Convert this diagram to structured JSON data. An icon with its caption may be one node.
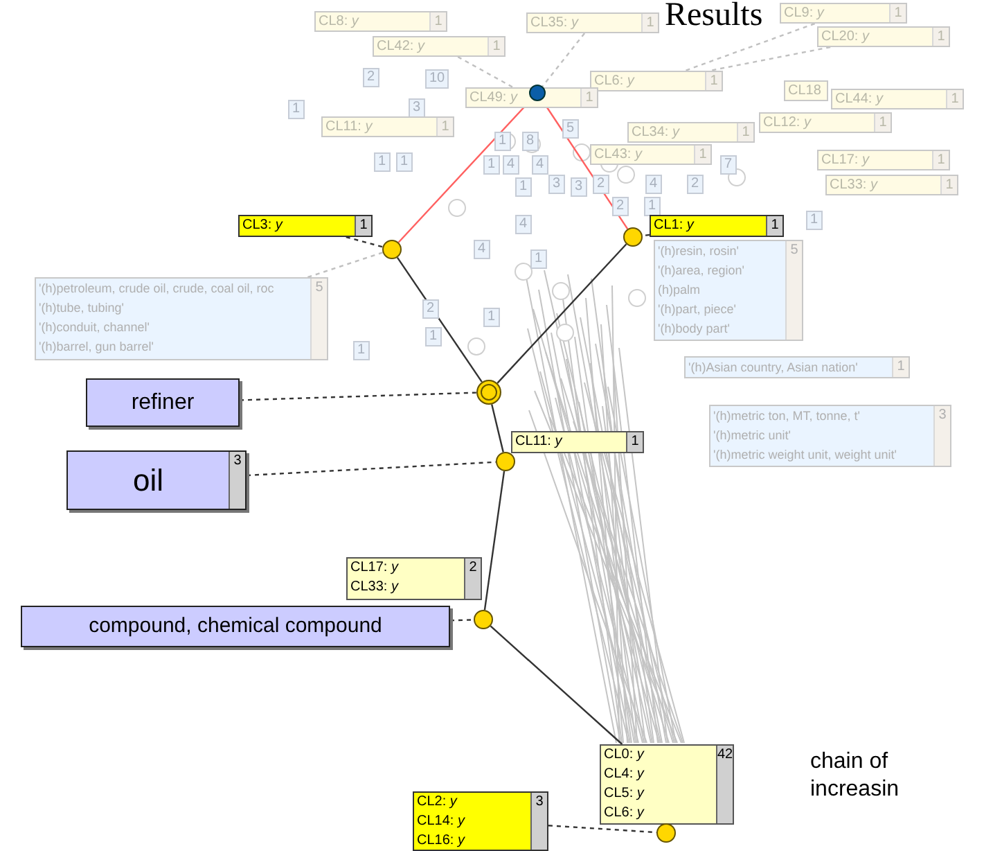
{
  "diagram": {
    "title": "Results",
    "nodes": [
      {
        "text": [
          "CL8: *y*",
          "1"
        ]
      },
      {
        "text": [
          "CL42: *y*",
          "1"
        ]
      },
      {
        "text": [
          "CL35: *y*",
          "1"
        ]
      },
      {
        "text": [
          "CL9: *y*",
          "1"
        ]
      },
      {
        "text": [
          "CL20: *y*",
          "1"
        ]
      },
      {
        "text": [
          "CL6: *y*",
          "1"
        ]
      },
      {
        "text": [
          "CL49: *y*",
          "1"
        ]
      },
      {
        "text": [
          "CL18"
        ]
      },
      {
        "text": [
          "CL44: *y*",
          "1"
        ]
      },
      {
        "text": [
          "CL11: *y*",
          "1"
        ]
      },
      {
        "text": [
          "CL34: *y*",
          "1"
        ]
      },
      {
        "text": [
          "CL12: *y*",
          "1"
        ]
      },
      {
        "text": [
          "CL43: *y*",
          "1"
        ]
      },
      {
        "text": [
          "CL17: *y*",
          "1"
        ]
      },
      {
        "text": [
          "CL33: *y*",
          "1"
        ]
      },
      {
        "text": [],
        "shape": "circle"
      },
      {
        "text": [
          "CL3: *y*",
          "1"
        ]
      },
      {
        "text": [],
        "shape": "circle"
      },
      {
        "text": [
          "CL1: *y*",
          "1"
        ]
      },
      {
        "text": [],
        "shape": "circle"
      },
      {
        "text": [
          "'(h)petroleum, crude oil, crude, coal oil, roc",
          "'(h)tube, tubing'",
          "'(h)conduit, channel'",
          "'(h)barrel, gun barrel'",
          "5"
        ]
      },
      {
        "text": [
          "'(h)resin, rosin'",
          "'(h)area, region'",
          "(h)palm",
          "'(h)part, piece'",
          "'(h)body part'",
          "5"
        ]
      },
      {
        "text": [
          "'(h)Asian country, Asian nation'",
          "1"
        ]
      },
      {
        "text": [
          "refiner"
        ]
      },
      {
        "text": [],
        "shape": "circle"
      },
      {
        "text": [
          "CL11: *y*",
          "1"
        ]
      },
      {
        "text": [],
        "shape": "circle"
      },
      {
        "text": [
          "'(h)metric ton, MT, tonne, t'",
          "'(h)metric unit'",
          "'(h)metric weight unit, weight unit'",
          "3"
        ]
      },
      {
        "text": [
          "oil",
          "3"
        ]
      },
      {
        "text": [
          "CL17: *y*",
          "CL33: *y*",
          "2"
        ]
      },
      {
        "text": [
          "compound, chemical compound"
        ]
      },
      {
        "text": [],
        "shape": "circle"
      },
      {
        "text": [
          "CL0: *y*",
          "CL4: *y*",
          "CL5: *y*",
          "CL6: *y*",
          "42"
        ]
      },
      {
        "text": [
          "CL2: *y*",
          "CL14: *y*",
          "CL16: *y*",
          "3"
        ]
      },
      {
        "text": [],
        "shape": "circle"
      }
    ],
    "edges": [
      {
        "from": 15,
        "to": 17,
        "arrow": "none",
        "color": "#ff6060"
      },
      {
        "from": 15,
        "to": 19,
        "arrow": "none",
        "color": "#ff6060"
      },
      {
        "from": 17,
        "to": 24,
        "arrow": "none"
      },
      {
        "from": 19,
        "to": 24,
        "arrow": "none"
      },
      {
        "from": 24,
        "to": 26,
        "arrow": "none"
      },
      {
        "from": 26,
        "to": 31,
        "arrow": "none"
      },
      {
        "from": 31,
        "to": 32,
        "arrow": "none"
      },
      {
        "from": 23,
        "to": 24,
        "arrow": "none",
        "style": "dashed"
      },
      {
        "from": 28,
        "to": 26,
        "arrow": "none",
        "style": "dashed"
      },
      {
        "from": 30,
        "to": 31,
        "arrow": "none",
        "style": "dashed"
      },
      {
        "from": 33,
        "to": 34,
        "arrow": "none",
        "style": "dashed"
      },
      {
        "from": 16,
        "to": 17,
        "arrow": "none",
        "style": "dashed"
      },
      {
        "from": 18,
        "to": 19,
        "arrow": "none",
        "style": "dashed"
      },
      {
        "from": 1,
        "to": 6,
        "arrow": "none",
        "style": "dashed",
        "color": "#c0c0c0"
      },
      {
        "from": 2,
        "to": 15,
        "arrow": "none",
        "style": "dashed",
        "color": "#c0c0c0"
      },
      {
        "from": 3,
        "to": 5,
        "arrow": "none",
        "style": "dashed",
        "color": "#c0c0c0"
      },
      {
        "from": 4,
        "to": 5,
        "arrow": "none",
        "style": "dashed",
        "color": "#c0c0c0"
      },
      {
        "from": 20,
        "to": 17,
        "arrow": "none",
        "style": "dashed",
        "color": "#c0c0c0"
      }
    ],
    "labels": [
      "2",
      "10",
      "1",
      "3",
      "5",
      "1",
      "8",
      "1",
      "1",
      "1",
      "4",
      "4",
      "7",
      "1",
      "3",
      "3",
      "2",
      "4",
      "2",
      "2",
      "1",
      "4",
      "1",
      "4",
      "1",
      "2",
      "1",
      "1",
      "1",
      "chain of",
      "increasin"
    ]
  }
}
